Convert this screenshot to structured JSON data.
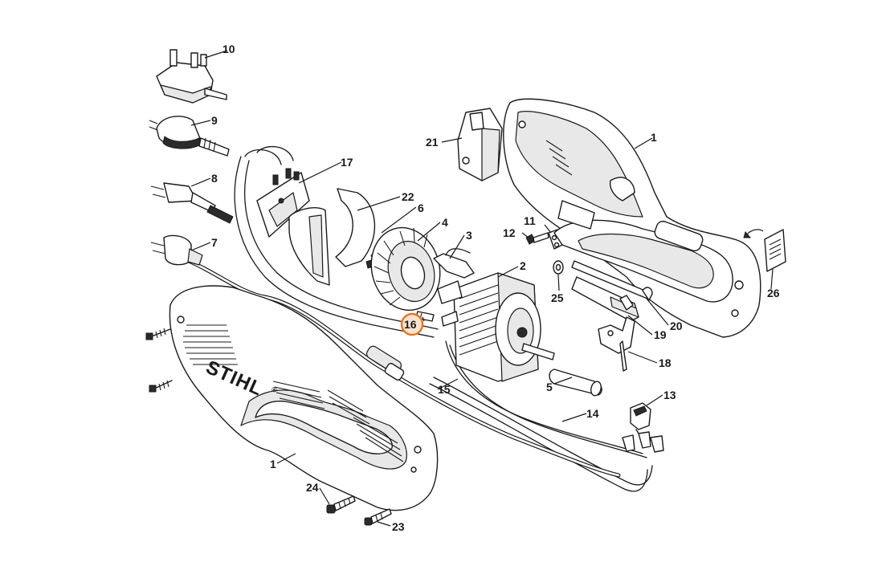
{
  "brand": {
    "logo_text": "STIHL",
    "registered_mark": "®"
  },
  "callouts": {
    "c1a": "1",
    "c1b": "1",
    "c2": "2",
    "c3": "3",
    "c4": "4",
    "c5": "5",
    "c6": "6",
    "c7": "7",
    "c8": "8",
    "c9": "9",
    "c10": "10",
    "c11": "11",
    "c12": "12",
    "c13": "13",
    "c14": "14",
    "c15": "15",
    "c16": "16",
    "c17": "17",
    "c18": "18",
    "c19": "19",
    "c20": "20",
    "c21": "21",
    "c22": "22",
    "c23": "23",
    "c24": "24",
    "c25": "25",
    "c26": "26"
  },
  "highlighted_part": "16",
  "colors": {
    "highlight_stroke": "#e8751e",
    "highlight_fill": "#fbe3d2",
    "line": "#1a1a1a"
  }
}
